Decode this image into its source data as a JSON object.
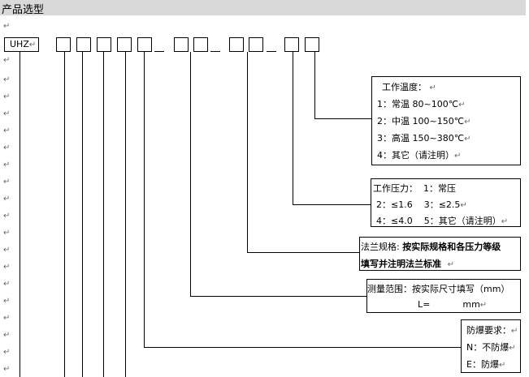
{
  "heading": "产品选型",
  "paragraph_mark": "↵",
  "model": {
    "prefix": "UHZ"
  },
  "temperature": {
    "title": "工作温度：",
    "options": [
      "1：常温 80~100℃",
      "2：中温 100~150℃",
      "3：高温 150~380℃",
      "4：其它（请注明）"
    ]
  },
  "pressure": {
    "title": "工作压力：",
    "option1": "1：常压",
    "row2_left": "2：≤1.6",
    "row2_right": "3：≤2.5",
    "row3_left": "4：≤4.0",
    "row3_right": "5：其它（请注明）"
  },
  "flange": {
    "label": "法兰规格:",
    "line1": "按实际规格和各压力等级",
    "line2": "填写并注明法兰标准"
  },
  "measure": {
    "line1": "测量范围：按实际尺寸填写（mm）",
    "l_label": "L=",
    "unit": "mm"
  },
  "explosion": {
    "title": "防爆要求：",
    "n": "N：不防爆",
    "e": "E：防爆"
  }
}
